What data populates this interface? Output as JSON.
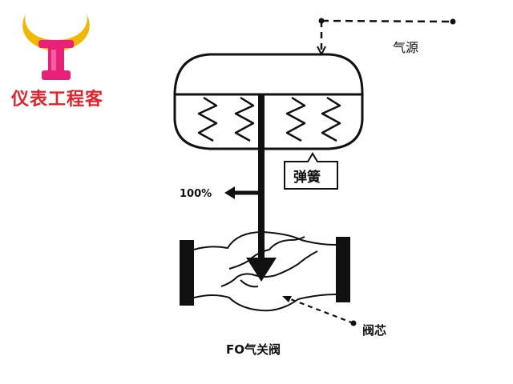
{
  "logo": {
    "text": "仪表工程客",
    "text_color": "#e8202a",
    "horns_color": "#f2b800",
    "letter_color": "#e8207a"
  },
  "labels": {
    "air_source": "气源",
    "spring": "弹簧",
    "stroke": "100%",
    "valve_core": "阀芯",
    "title": "FO气关阀"
  },
  "colors": {
    "line": "#111111",
    "background": "#ffffff"
  }
}
